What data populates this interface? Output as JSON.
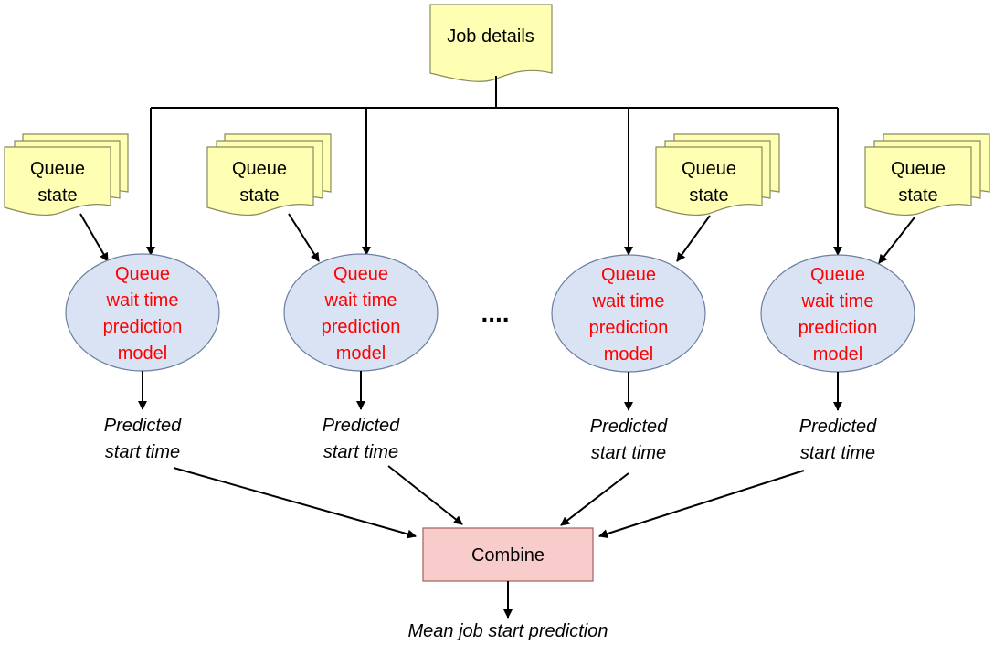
{
  "colors": {
    "document_fill": "#ffffb3",
    "document_stroke": "#8a8a5c",
    "ellipse_fill": "#dae3f3",
    "ellipse_stroke": "#6d7f9e",
    "model_text": "#ff0000",
    "combine_fill": "#f9cccc",
    "combine_stroke": "#a06060"
  },
  "job_details": {
    "label": "Job details"
  },
  "branches": [
    {
      "queue_state": {
        "line1": "Queue",
        "line2": "state"
      },
      "model": {
        "line1": "Queue",
        "line2": "wait time",
        "line3": "prediction",
        "line4": "model"
      },
      "output": {
        "line1": "Predicted",
        "line2": "start time"
      }
    },
    {
      "queue_state": {
        "line1": "Queue",
        "line2": "state"
      },
      "model": {
        "line1": "Queue",
        "line2": "wait time",
        "line3": "prediction",
        "line4": "model"
      },
      "output": {
        "line1": "Predicted",
        "line2": "start time"
      }
    },
    {
      "queue_state": {
        "line1": "Queue",
        "line2": "state"
      },
      "model": {
        "line1": "Queue",
        "line2": "wait time",
        "line3": "prediction",
        "line4": "model"
      },
      "output": {
        "line1": "Predicted",
        "line2": "start time"
      }
    },
    {
      "queue_state": {
        "line1": "Queue",
        "line2": "state"
      },
      "model": {
        "line1": "Queue",
        "line2": "wait time",
        "line3": "prediction",
        "line4": "model"
      },
      "output": {
        "line1": "Predicted",
        "line2": "start time"
      }
    }
  ],
  "ellipsis": "....",
  "combine": {
    "label": "Combine"
  },
  "final_output": {
    "label": "Mean job start prediction"
  }
}
